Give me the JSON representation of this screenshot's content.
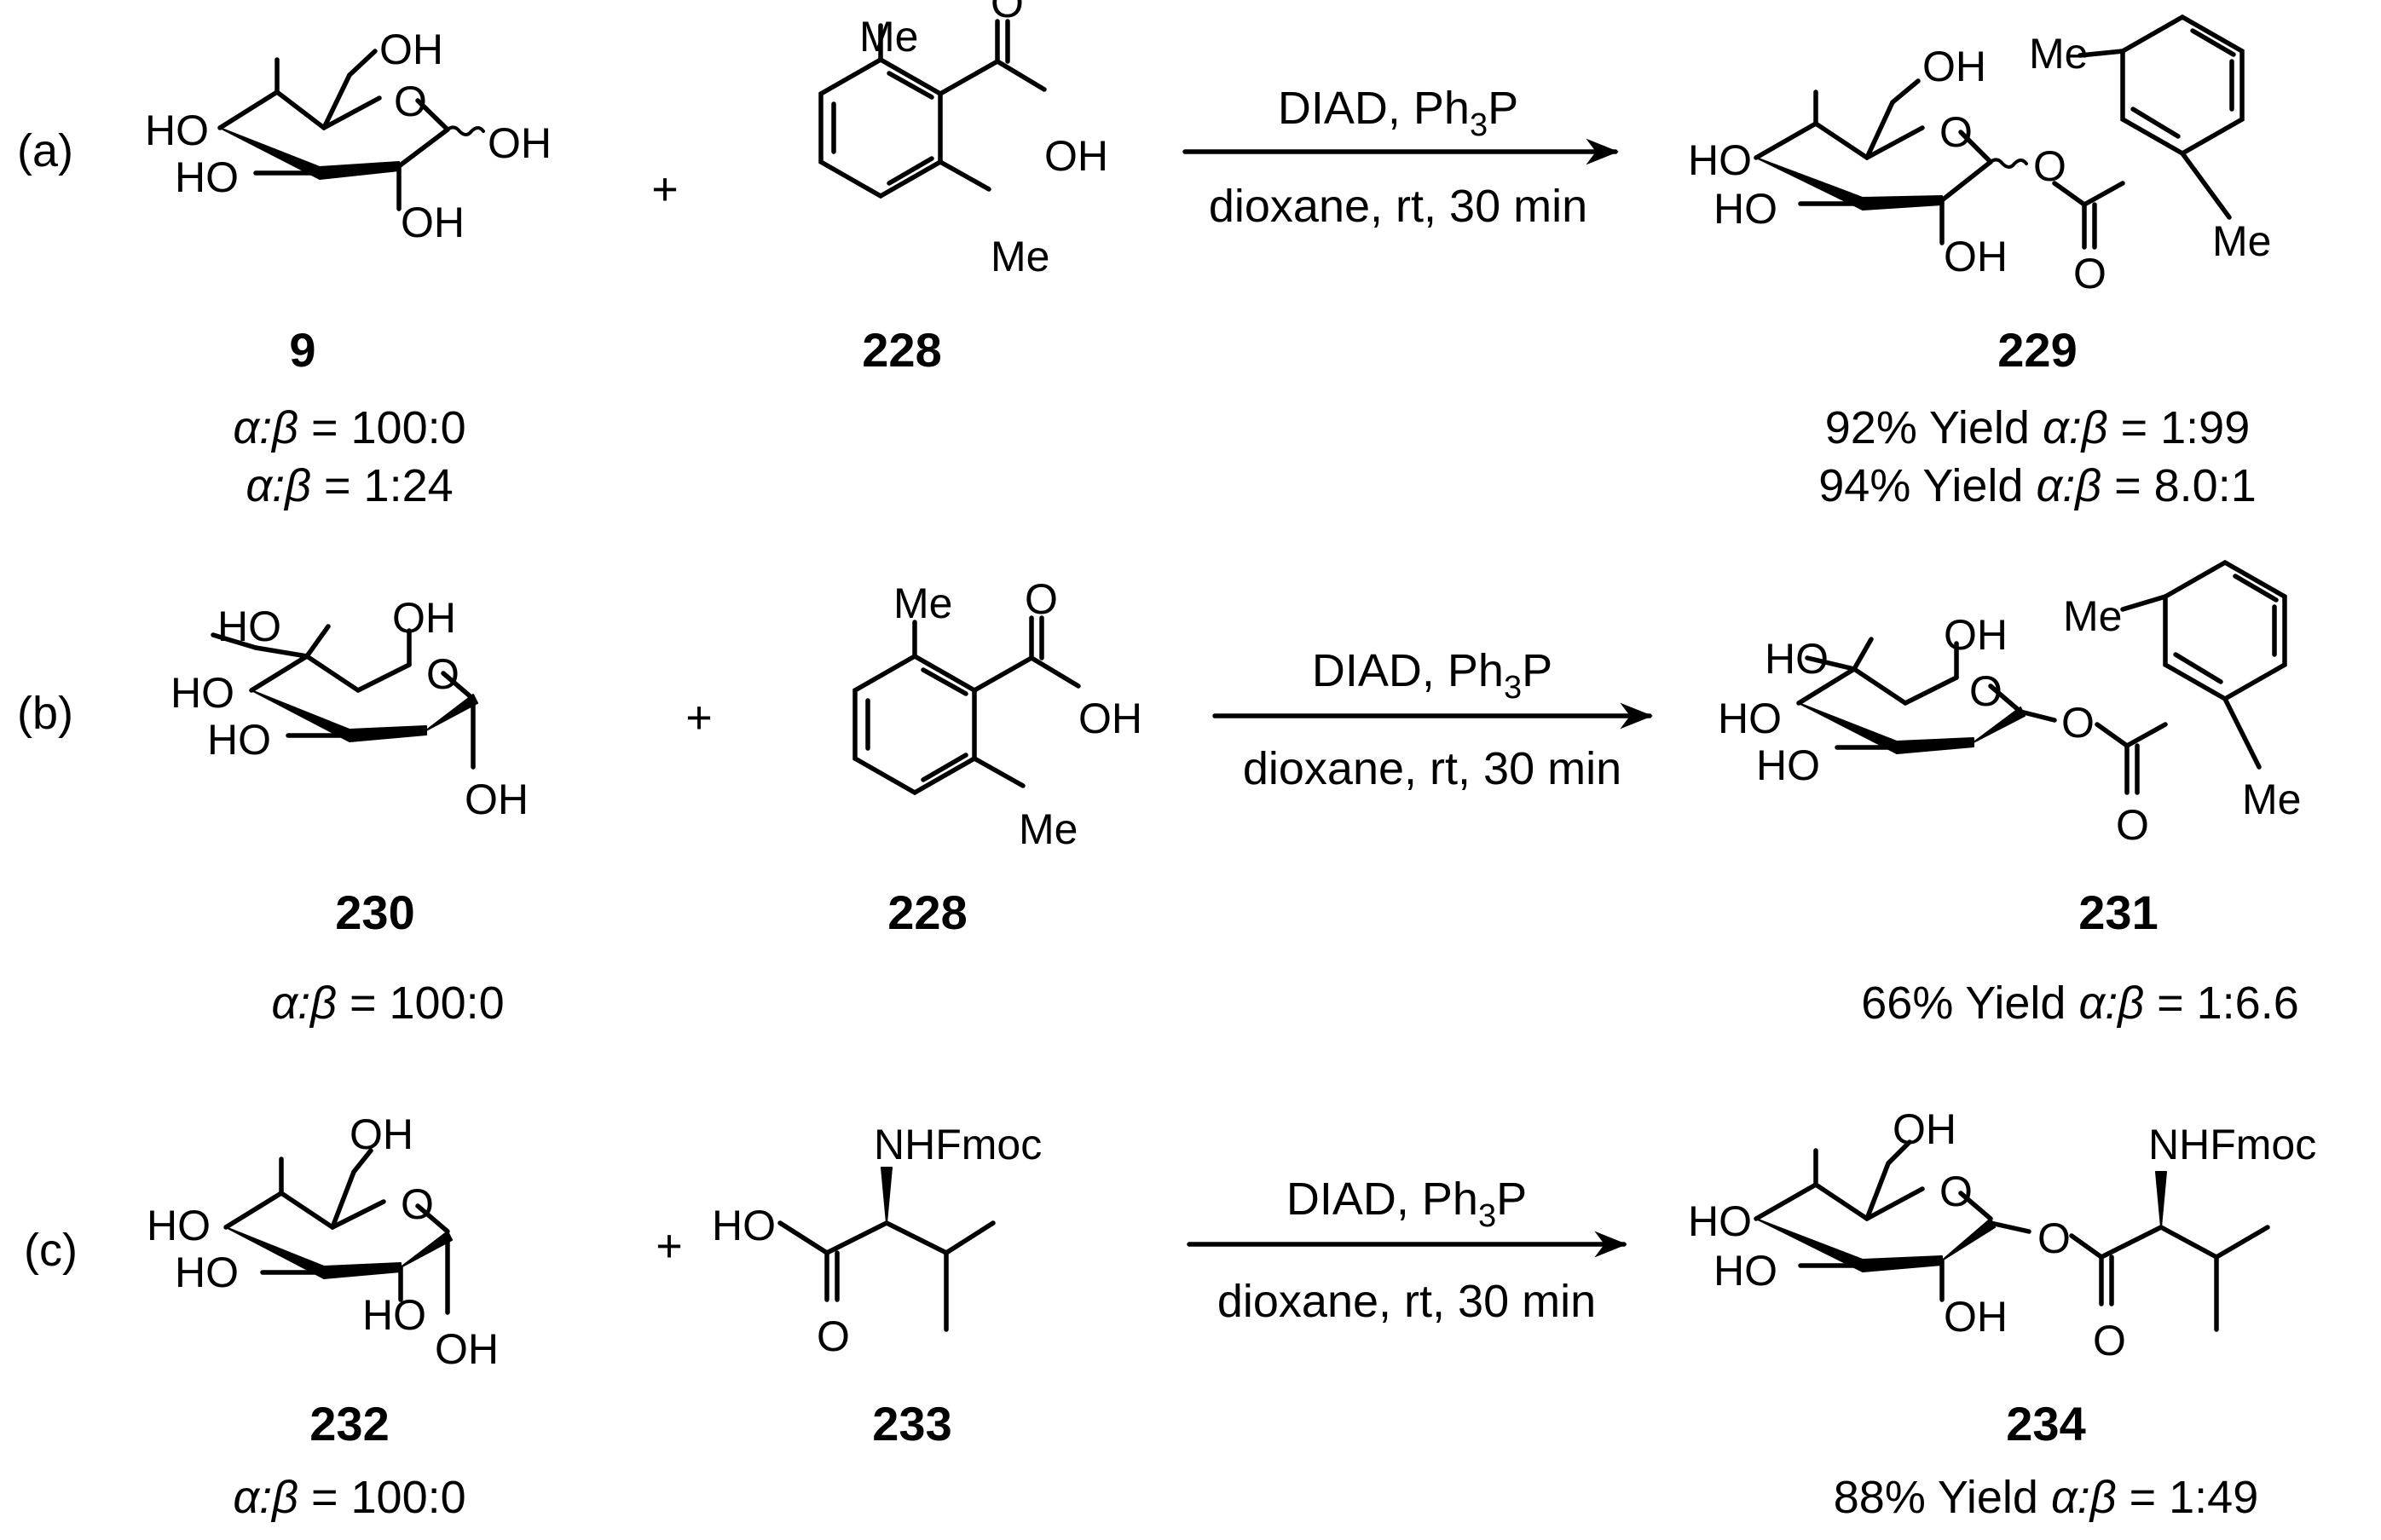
{
  "rows": [
    {
      "label": "(a)",
      "plus": "+",
      "cond_top_pre": "DIAD, Ph",
      "cond_top_sub": "3",
      "cond_top_post": "P",
      "cond_bottom": "dioxane, rt, 30 min",
      "reactant1": {
        "id": "9",
        "atoms": {
          "oh6": "OH",
          "ho4": "HO",
          "ho3": "HO",
          "oh2": "OH",
          "oh1": "OH",
          "ring_o": "O"
        },
        "ratios": [
          {
            "greek": "α:β",
            "value": " = 100:0"
          },
          {
            "greek": "α:β",
            "value": " = 1:24"
          }
        ]
      },
      "reactant2": {
        "id": "228",
        "atoms": {
          "me_top": "Me",
          "me_bottom": "Me",
          "carbonyl_o": "O",
          "oh": "OH"
        }
      },
      "product": {
        "id": "229",
        "atoms": {
          "oh6": "OH",
          "ho4": "HO",
          "ho3": "HO",
          "oh2": "OH",
          "ring_o": "O",
          "ester_o": "O",
          "carbonyl_o": "O",
          "me_top": "Me",
          "me_bottom": "Me"
        },
        "results": [
          {
            "yield": "92% Yield ",
            "greek": "α:β",
            "value": " = 1:99"
          },
          {
            "yield": "94% Yield ",
            "greek": "α:β",
            "value": " = 8.0:1"
          }
        ]
      }
    },
    {
      "label": "(b)",
      "plus": "+",
      "cond_top_pre": "DIAD, Ph",
      "cond_top_sub": "3",
      "cond_top_post": "P",
      "cond_bottom": "dioxane, rt, 30 min",
      "reactant1": {
        "id": "230",
        "atoms": {
          "ho6": "HO",
          "oh2": "OH",
          "ho4": "HO",
          "ho3": "HO",
          "ring_o": "O",
          "oh1": "OH"
        },
        "ratios": [
          {
            "greek": "α:β",
            "value": " = 100:0"
          }
        ]
      },
      "reactant2": {
        "id": "228",
        "atoms": {
          "me_top": "Me",
          "me_bottom": "Me",
          "carbonyl_o": "O",
          "oh": "OH"
        }
      },
      "product": {
        "id": "231",
        "atoms": {
          "ho6": "HO",
          "oh2": "OH",
          "ho4": "HO",
          "ho3": "HO",
          "ring_o": "O",
          "ester_o": "O",
          "carbonyl_o": "O",
          "me_top": "Me",
          "me_bottom": "Me"
        },
        "results": [
          {
            "yield": "66% Yield ",
            "greek": "α:β",
            "value": " = 1:6.6"
          }
        ]
      }
    },
    {
      "label": "(c)",
      "plus": "+",
      "cond_top_pre": "DIAD, Ph",
      "cond_top_sub": "3",
      "cond_top_post": "P",
      "cond_bottom": "dioxane, rt, 30 min",
      "reactant1": {
        "id": "232",
        "atoms": {
          "oh6": "OH",
          "ho4": "HO",
          "ho3": "HO",
          "ho2": "HO",
          "ring_o": "O",
          "oh1": "OH"
        },
        "ratios": [
          {
            "greek": "α:β",
            "value": " = 100:0"
          }
        ]
      },
      "reactant2": {
        "id": "233",
        "atoms": {
          "nhfmoc": "NHFmoc",
          "ho": "HO",
          "carbonyl_o": "O"
        }
      },
      "product": {
        "id": "234",
        "atoms": {
          "oh6": "OH",
          "ho4": "HO",
          "ho3": "HO",
          "oh2": "OH",
          "ring_o": "O",
          "ester_o": "O",
          "carbonyl_o": "O",
          "nhfmoc": "NHFmoc"
        },
        "results": [
          {
            "yield": "88% Yield ",
            "greek": "α:β",
            "value": " = 1:49"
          }
        ]
      }
    }
  ]
}
